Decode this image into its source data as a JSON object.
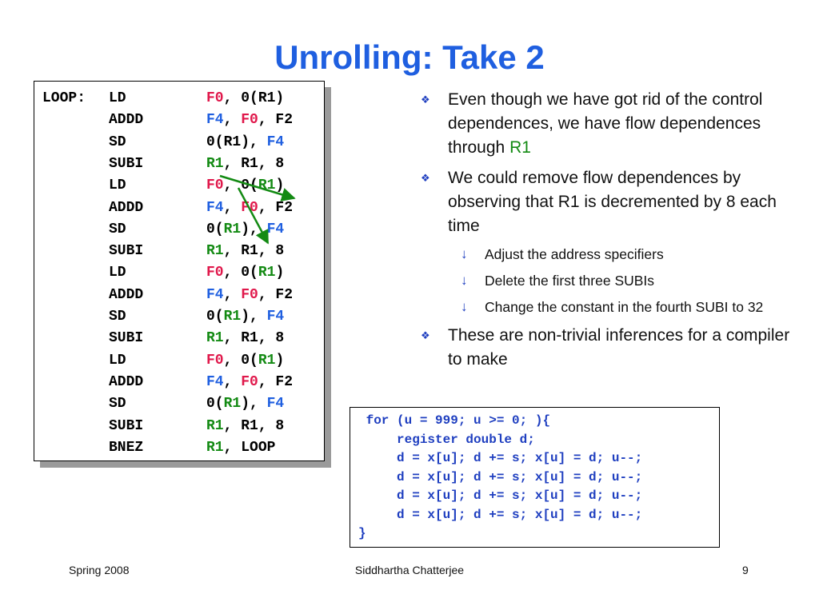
{
  "slide": {
    "title": "Unrolling: Take 2"
  },
  "code": [
    {
      "label": "LOOP:",
      "op": "LD",
      "args": [
        {
          "t": "F0",
          "r": "F0"
        },
        {
          "t": ", 0(R1)"
        }
      ]
    },
    {
      "label": "",
      "op": "ADDD",
      "args": [
        {
          "t": "F4",
          "r": "F4"
        },
        {
          "t": ", "
        },
        {
          "t": "F0",
          "r": "F0"
        },
        {
          "t": ", F2"
        }
      ]
    },
    {
      "label": "",
      "op": "SD",
      "args": [
        {
          "t": "0(R1), "
        },
        {
          "t": "F4",
          "r": "F4"
        }
      ]
    },
    {
      "label": "",
      "op": "SUBI",
      "args": [
        {
          "t": "R1",
          "r": "R1"
        },
        {
          "t": ", R1, 8"
        }
      ]
    },
    {
      "label": "",
      "op": "LD",
      "args": [
        {
          "t": "F0",
          "r": "F0"
        },
        {
          "t": ", 0("
        },
        {
          "t": "R1",
          "r": "R1"
        },
        {
          "t": ")"
        }
      ]
    },
    {
      "label": "",
      "op": "ADDD",
      "args": [
        {
          "t": "F4",
          "r": "F4"
        },
        {
          "t": ", "
        },
        {
          "t": "F0",
          "r": "F0"
        },
        {
          "t": ", F2"
        }
      ]
    },
    {
      "label": "",
      "op": "SD",
      "args": [
        {
          "t": "0("
        },
        {
          "t": "R1",
          "r": "R1"
        },
        {
          "t": "), "
        },
        {
          "t": "F4",
          "r": "F4"
        }
      ]
    },
    {
      "label": "",
      "op": "SUBI",
      "args": [
        {
          "t": "R1",
          "r": "R1"
        },
        {
          "t": ", R1, 8"
        }
      ]
    },
    {
      "label": "",
      "op": "LD",
      "args": [
        {
          "t": "F0",
          "r": "F0"
        },
        {
          "t": ", 0("
        },
        {
          "t": "R1",
          "r": "R1"
        },
        {
          "t": ")"
        }
      ]
    },
    {
      "label": "",
      "op": "ADDD",
      "args": [
        {
          "t": "F4",
          "r": "F4"
        },
        {
          "t": ", "
        },
        {
          "t": "F0",
          "r": "F0"
        },
        {
          "t": ", F2"
        }
      ]
    },
    {
      "label": "",
      "op": "SD",
      "args": [
        {
          "t": "0("
        },
        {
          "t": "R1",
          "r": "R1"
        },
        {
          "t": "), "
        },
        {
          "t": "F4",
          "r": "F4"
        }
      ]
    },
    {
      "label": "",
      "op": "SUBI",
      "args": [
        {
          "t": "R1",
          "r": "R1"
        },
        {
          "t": ", R1, 8"
        }
      ]
    },
    {
      "label": "",
      "op": "LD",
      "args": [
        {
          "t": "F0",
          "r": "F0"
        },
        {
          "t": ", 0("
        },
        {
          "t": "R1",
          "r": "R1"
        },
        {
          "t": ")"
        }
      ]
    },
    {
      "label": "",
      "op": "ADDD",
      "args": [
        {
          "t": "F4",
          "r": "F4"
        },
        {
          "t": ", "
        },
        {
          "t": "F0",
          "r": "F0"
        },
        {
          "t": ", F2"
        }
      ]
    },
    {
      "label": "",
      "op": "SD",
      "args": [
        {
          "t": "0("
        },
        {
          "t": "R1",
          "r": "R1"
        },
        {
          "t": "), "
        },
        {
          "t": "F4",
          "r": "F4"
        }
      ]
    },
    {
      "label": "",
      "op": "SUBI",
      "args": [
        {
          "t": "R1",
          "r": "R1"
        },
        {
          "t": ", R1, 8"
        }
      ]
    },
    {
      "label": "",
      "op": "BNEZ",
      "args": [
        {
          "t": "R1",
          "r": "R1"
        },
        {
          "t": ", LOOP"
        }
      ]
    }
  ],
  "bullets": {
    "b1_text": "Even though we have got rid of the control dependences, we have flow dependences through ",
    "b1_reg": "R1",
    "b2_text": "We could remove flow dependences by observing that R1 is decremented by 8 each time",
    "sub1": "Adjust the address specifiers",
    "sub2": "Delete the first three SUBIs",
    "sub3": "Change the constant in the fourth SUBI to 32",
    "b3_text": "These are non-trivial inferences for a compiler to make",
    "main_marker": "❖",
    "sub_marker": "↓"
  },
  "c_code": [
    " for (u = 999; u >= 0; ){",
    "     register double d;",
    "     d = x[u]; d += s; x[u] = d; u--;",
    "     d = x[u]; d += s; x[u] = d; u--;",
    "     d = x[u]; d += s; x[u] = d; u--;",
    "     d = x[u]; d += s; x[u] = d; u--;",
    "}"
  ],
  "footer": {
    "left": "Spring 2008",
    "center": "Siddhartha Chatterjee",
    "page": "9"
  },
  "colors": {
    "title": "#1f5fe0",
    "F0": "#e0184b",
    "F4": "#1f5fe0",
    "R1": "#138a13",
    "arrow": "#138a13",
    "c_code": "#1f3fc0"
  }
}
